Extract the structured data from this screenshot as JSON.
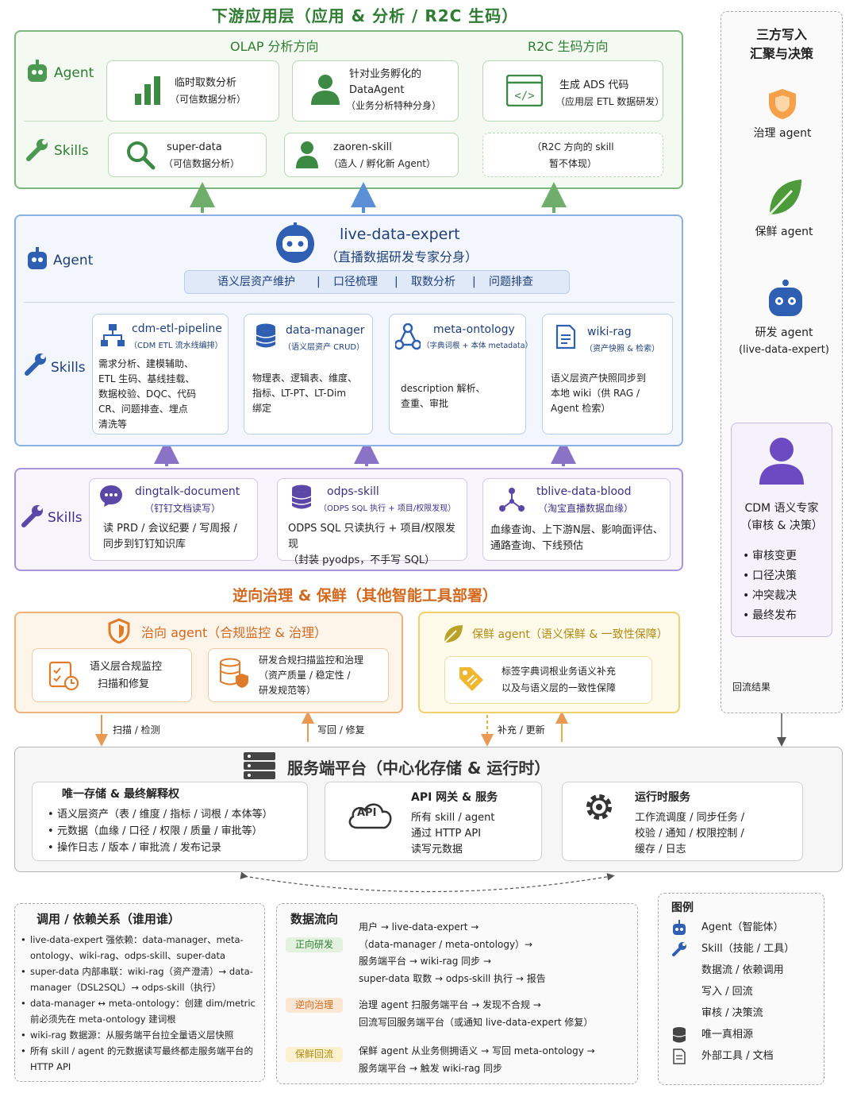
{
  "top": {
    "title": "下游应用层（应用 & 分析 / R2C 生码）",
    "olap": "OLAP 分析方向",
    "r2c": "R2C 生码方向",
    "agent": "Agent",
    "skills": "Skills",
    "a1": "临时取数分析",
    "a1s": "（可信数据分析）",
    "a2a": "针对业务孵化的",
    "a2b": "DataAgent",
    "a2s": "（业务分析特种分身）",
    "a3": "生成 ADS 代码",
    "a3s": "（应用层 ETL 数据研发）",
    "s1": "super-data",
    "s1s": "（可信数据分析）",
    "s2": "zaoren-skill",
    "s2s": "（造人 / 孵化新 Agent）",
    "s3": "（R2C 方向的 skill",
    "s3s": "暂不体现）"
  },
  "mid": {
    "agent": "Agent",
    "skills": "Skills",
    "name": "live-data-expert",
    "sub": "（直播数据研发专家分身）",
    "tags": [
      "语义层资产维护",
      "口径梳理",
      "取数分析",
      "问题排查"
    ],
    "k1": "cdm-etl-pipeline",
    "k1s": "（CDM ETL 流水线编排）",
    "k1d": [
      "需求分析、建模辅助、",
      "ETL 生码、基线挂载、",
      "数据校验、DQC、代码",
      "CR、问题排查、埋点",
      "清洗等"
    ],
    "k2": "data-manager",
    "k2s": "（语义层资产 CRUD）",
    "k2d": [
      "物理表、逻辑表、维度、",
      "指标、LT-PT、LT-Dim",
      "绑定"
    ],
    "k3": "meta-ontology",
    "k3s": "（字典词根 + 本体 metadata）",
    "k3d": [
      "description 解析、",
      "查重、审批"
    ],
    "k4": "wiki-rag",
    "k4s": "（资产快照 & 检索）",
    "k4d": [
      "语义层资产快照同步到",
      "本地 wiki（供 RAG /",
      "Agent 检索）"
    ]
  },
  "low": {
    "skills": "Skills",
    "d1": "dingtalk-document",
    "d1s": "（钉钉文档读写）",
    "d1d": [
      "读 PRD / 会议纪要 / 写周报 /",
      "同步到钉钉知识库"
    ],
    "d2": "odps-skill",
    "d2s": "（ODPS SQL 执行 + 项目/权限发现）",
    "d2d": [
      "ODPS SQL 只读执行 + 项目/权限发现",
      "（封装 pyodps，不手写 SQL）"
    ],
    "d3": "tblive-data-blood",
    "d3s": "（淘宝直播数据血缘）",
    "d3d": [
      "血缘查询、上下游N层、影响面评估、",
      "通路查询、下线预估"
    ]
  },
  "rev": {
    "title": "逆向治理 & 保鲜（其他智能工具部署）",
    "g": "治向 agent（合规监控 & 治理）",
    "g1a": "语义层合规监控",
    "g1b": "扫描和修复",
    "g2": [
      "研发合规扫描监控和治理",
      "（资产质量 / 稳定性 /",
      "研发规范等）"
    ],
    "f": "保鲜 agent（语义保鲜 & 一致性保障）",
    "f1a": "标签字典词根业务语义补充",
    "f1b": "以及与语义层的一致性保障",
    "ar1": "扫描 / 检测",
    "ar2": "写回 / 修复",
    "ar3": "补充 / 更新"
  },
  "right": {
    "title1": "三方写入",
    "title2": "汇聚与决策",
    "g": "治理 agent",
    "f": "保鲜 agent",
    "r1": "研发 agent",
    "r2": "(live-data-expert)",
    "cdm1": "CDM 语义专家",
    "cdm2": "（审核 & 决策）",
    "list": [
      "审核变更",
      "口径决策",
      "冲突裁决",
      "最终发布"
    ],
    "back": "回流结果"
  },
  "srv": {
    "title": "服务端平台（中心化存储 & 运行时）",
    "b1": "唯一存储 & 最终解释权",
    "b1l": [
      "语义层资产（表 / 维度 / 指标 / 词根 / 本体等）",
      "元数据（血缘 / 口径 / 权限 / 质量 / 审批等）",
      "操作日志 / 版本 / 审批流 / 发布记录"
    ],
    "api": "API",
    "b2": "API 网关 & 服务",
    "b2l": [
      "所有 skill / agent",
      "通过 HTTP API",
      "读写元数据"
    ],
    "b3": "运行时服务",
    "b3l": [
      "工作流调度 / 同步任务 /",
      "校验 / 通知 / 权限控制 /",
      "缓存 / 日志"
    ]
  },
  "dep": {
    "title": "调用 / 依赖关系（谁用谁）",
    "l": [
      "live-data-expert 强依赖：data-manager、meta-ontology、wiki-rag、odps-skill、super-data",
      "super-data 内部串联：wiki-rag（资产澄清）→ data-manager（DSL2SQL）→ odps-skill（执行）",
      "data-manager ↔ meta-ontology：创建 dim/metric 前必须先在 meta-ontology 建词根",
      "wiki-rag 数据源：从服务端平台拉全量语义层快照",
      "所有 skill / agent 的元数据读写最终都走服务端平台的 HTTP API"
    ]
  },
  "flow": {
    "title": "数据流向",
    "f1": "正向研发",
    "f1l": [
      "用户 → live-data-expert →",
      "（data-manager / meta-ontology）→",
      "服务端平台 → wiki-rag 同步 →",
      "super-data 取数 → odps-skill 执行 → 报告"
    ],
    "f2": "逆向治理",
    "f2l": [
      "治理 agent 扫服务端平台 → 发现不合规 →",
      "回流写回服务端平台（或通知 live-data-expert 修复）"
    ],
    "f3": "保鲜回流",
    "f3l": [
      "保鲜 agent 从业务侧拥语义 → 写回 meta-ontology →",
      "服务端平台 → 触发 wiki-rag 同步"
    ]
  },
  "legend": {
    "title": "图例",
    "items": [
      "Agent（智能体）",
      "Skill（技能 / 工具）",
      "数据流 / 依赖调用",
      "写入 / 回流",
      "审核 / 决策流",
      "唯一真相源",
      "外部工具 / 文档"
    ]
  }
}
